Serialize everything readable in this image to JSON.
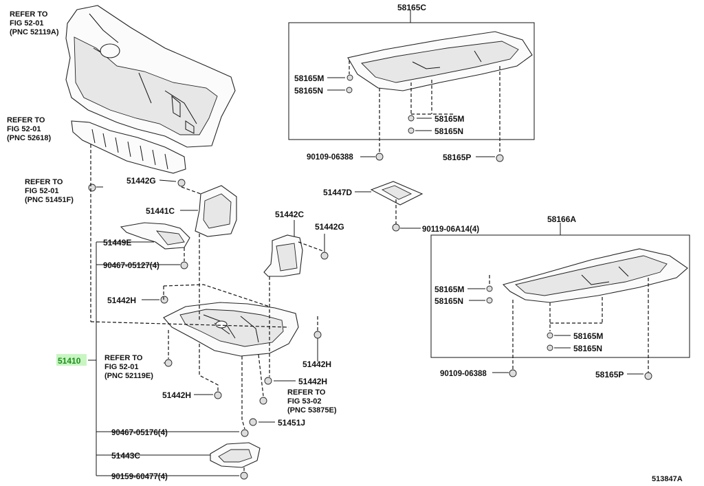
{
  "diagram_id": "513847A",
  "labels": {
    "ref_bumper_1": "REFER TO",
    "ref_bumper_2": "FIG 52-01",
    "ref_bumper_3": "(PNC 52119A)",
    "ref_618_1": "REFER TO",
    "ref_618_2": "FIG 52-01",
    "ref_618_3": "(PNC 52618)",
    "ref_451f_1": "REFER TO",
    "ref_451f_2": "FIG 52-01",
    "ref_451f_3": "(PNC 51451F)",
    "ref_119e_1": "REFER TO",
    "ref_119e_2": "FIG 52-01",
    "ref_119e_3": "(PNC 52119E)",
    "ref_875e_1": "REFER TO",
    "ref_875e_2": "FIG 53-02",
    "ref_875e_3": "(PNC 53875E)",
    "p51442G_a": "51442G",
    "p51441C": "51441C",
    "p51449E": "51449E",
    "p90467_05127": "90467-05127(4)",
    "p51442H_a": "51442H",
    "p51410": "51410",
    "p51442H_b": "51442H",
    "p51442H_c": "51442H",
    "p51442H_d": "51442H",
    "p51451J": "51451J",
    "p90467_05176": "90467-05176(4)",
    "p51443C": "51443C",
    "p90159_60477": "90159-60477(4)",
    "p51442C": "51442C",
    "p51442G_b": "51442G",
    "p51447D": "51447D",
    "p90119_06A14": "90119-06A14(4)",
    "p58165C": "58165C",
    "p58165M_a": "58165M",
    "p58165N_a": "58165N",
    "p58165M_b": "58165M",
    "p58165N_b": "58165N",
    "p90109_06388_a": "90109-06388",
    "p58165P_a": "58165P",
    "p58166A": "58166A",
    "p58165M_c": "58165M",
    "p58165N_c": "58165N",
    "p58165M_d": "58165M",
    "p58165N_d": "58165N",
    "p90109_06388_b": "90109-06388",
    "p58165P_b": "58165P"
  },
  "highlight_color": "#c8f5c2"
}
